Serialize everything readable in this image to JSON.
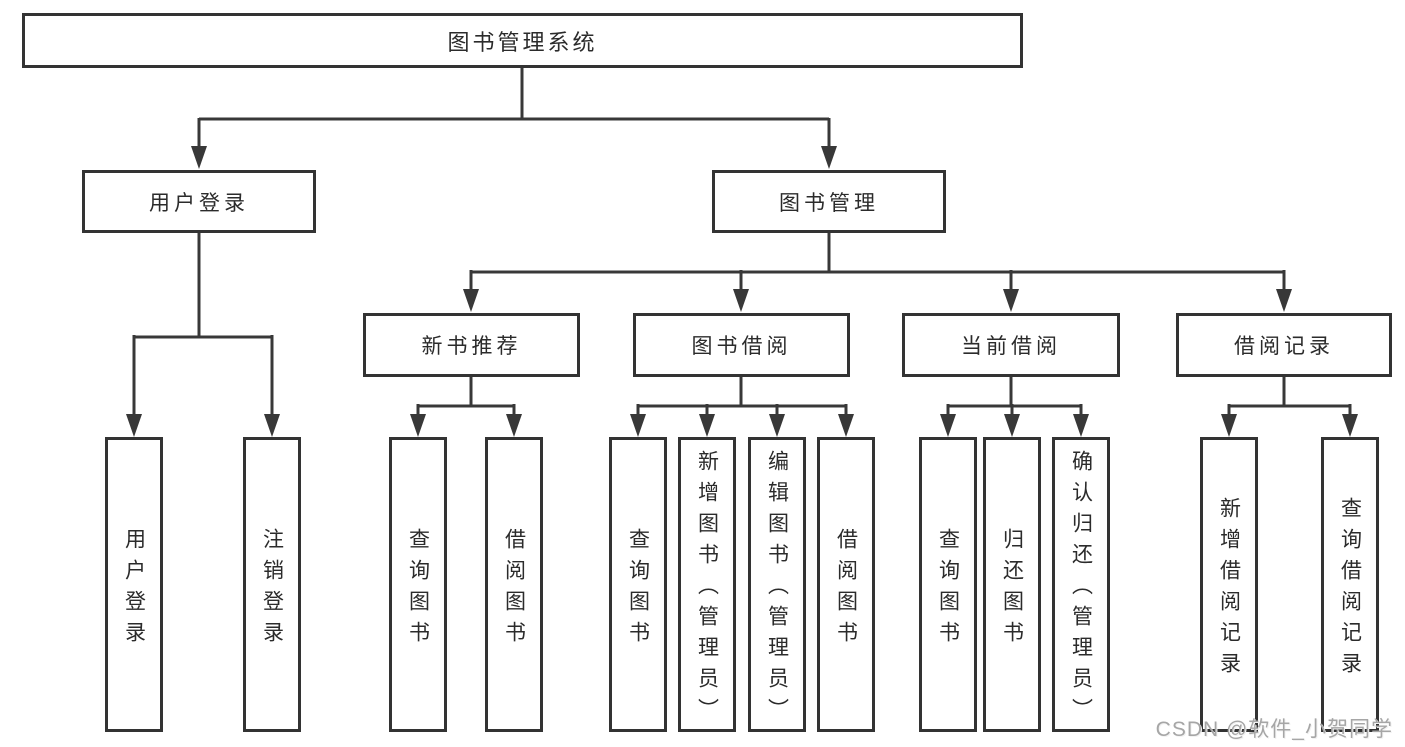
{
  "diagram": {
    "title_node": {
      "label": "图书管理系统"
    },
    "branches": [
      {
        "label": "用户登录",
        "children": [
          {
            "label": "用户登录"
          },
          {
            "label": "注销登录"
          }
        ]
      },
      {
        "label": "图书管理",
        "groups": [
          {
            "label": "新书推荐",
            "children": [
              {
                "label": "查询图书"
              },
              {
                "label": "借阅图书"
              }
            ]
          },
          {
            "label": "图书借阅",
            "children": [
              {
                "label": "查询图书"
              },
              {
                "label": "新增图书（管理员）"
              },
              {
                "label": "编辑图书（管理员）"
              },
              {
                "label": "借阅图书"
              }
            ]
          },
          {
            "label": "当前借阅",
            "children": [
              {
                "label": "查询图书"
              },
              {
                "label": "归还图书"
              },
              {
                "label": "确认归还（管理员）"
              }
            ]
          },
          {
            "label": "借阅记录",
            "children": [
              {
                "label": "新增借阅记录"
              },
              {
                "label": "查询借阅记录"
              }
            ]
          }
        ]
      }
    ]
  },
  "watermark": {
    "text": "CSDN @软件_小贺同学"
  },
  "colors": {
    "line": "#383838",
    "box_border": "#333333",
    "text": "#2b2b2b",
    "background": "#ffffff",
    "watermark": "#a6a6a6"
  }
}
